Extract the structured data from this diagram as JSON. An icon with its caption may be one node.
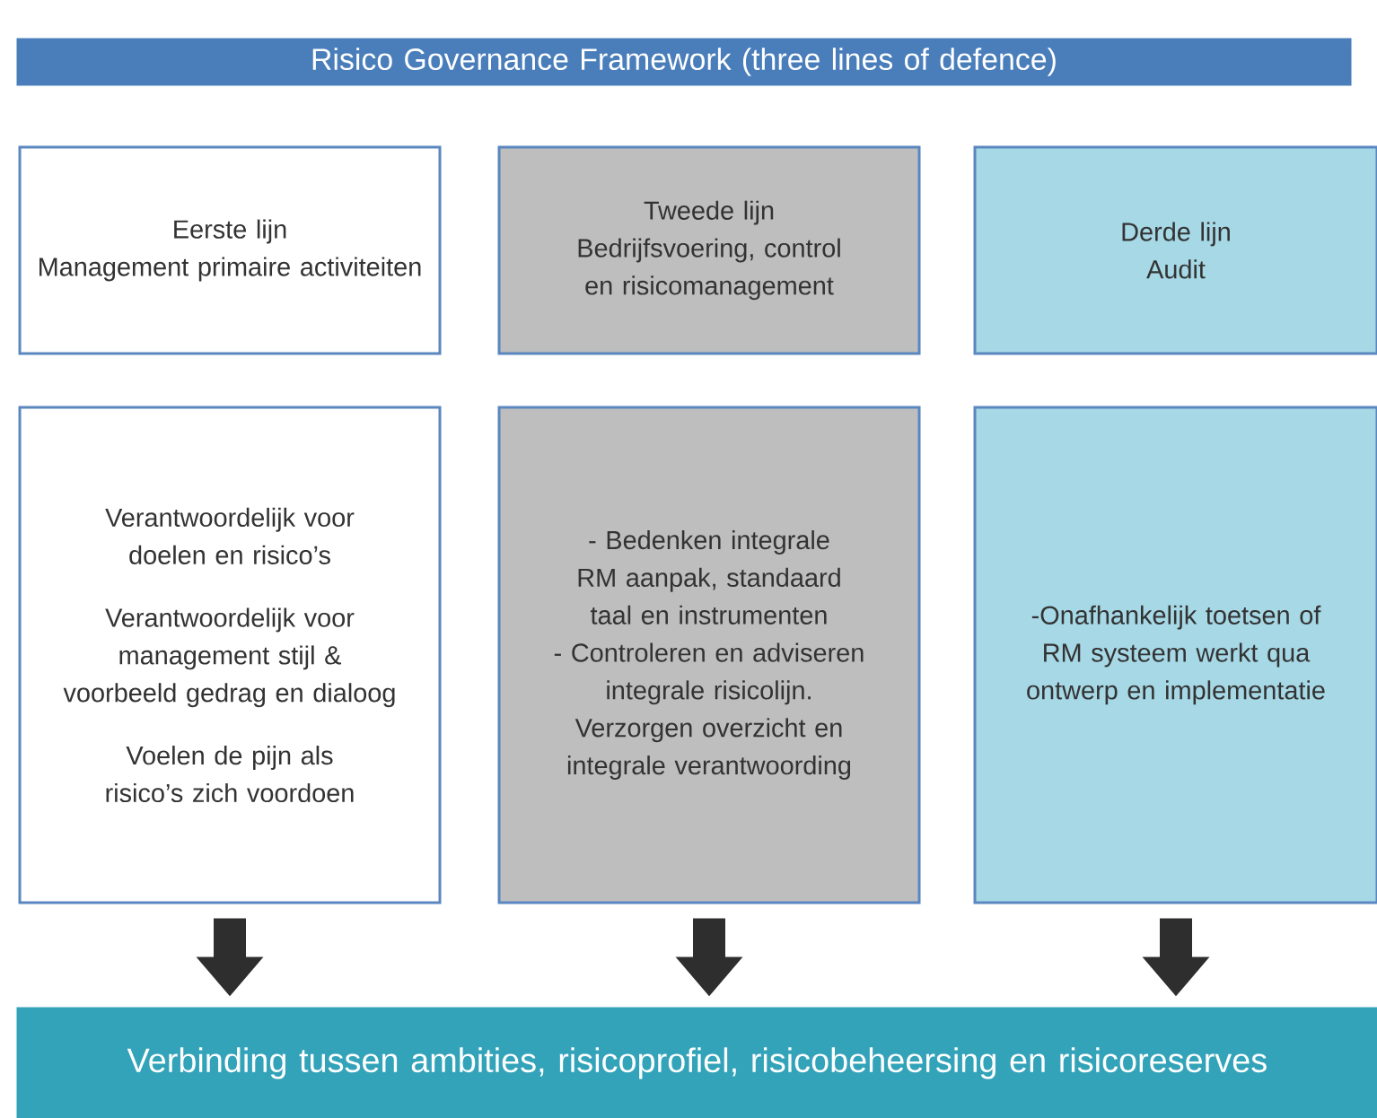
{
  "diagram": {
    "nodes": [
      {
        "text": [
          "Risico Governance Framework (three lines of defence)"
        ]
      },
      {
        "text": [
          "Eerste lijn",
          "Management primaire activiteiten"
        ]
      },
      {
        "text": [
          "Tweede lijn",
          "Bedrijfsvoering, control en risicomanagement"
        ]
      },
      {
        "text": [
          "Derde lijn",
          "Audit"
        ]
      },
      {
        "text": [
          "Verantwoordelijk voor doelen en risico’s",
          "Verantwoordelijk voor management stijl & voorbeeld gedrag en dialoog",
          "Voelen de pijn als risico’s zich voordoen"
        ]
      },
      {
        "text": [
          "- Bedenken integrale RM aanpak, standaard taal en instrumenten",
          "- Controleren en adviseren integrale risicolijn.",
          "Verzorgen overzicht en integrale verantwoording"
        ]
      },
      {
        "text": [
          "-Onafhankelijk toetsen of RM systeem werkt qua ontwerp en implementatie"
        ]
      },
      {
        "text": [
          "Verbinding tussen  ambities, risicoprofiel, risicobeheersing en risicoreserves"
        ]
      }
    ],
    "edges": [
      {
        "from": 4,
        "to": 7,
        "arrow": "to"
      },
      {
        "from": 5,
        "to": 7,
        "arrow": "to"
      },
      {
        "from": 6,
        "to": 7,
        "arrow": "to"
      }
    ]
  }
}
